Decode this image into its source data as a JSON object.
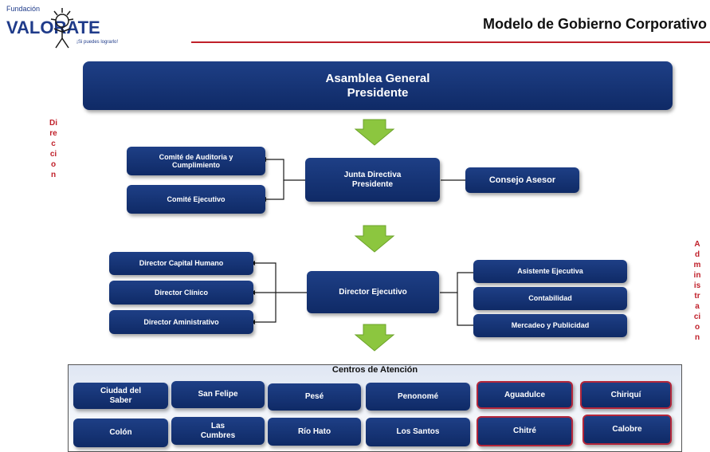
{
  "logo": {
    "small_text": "Fundación",
    "word": "VALORATE",
    "tagline": "¡Si puedes lograrlo!"
  },
  "title": "Modelo de Gobierno Corporativo",
  "side_left": "Direccion",
  "side_right": "Administracion",
  "asamblea": {
    "line1": "Asamblea General",
    "line2": "Presidente"
  },
  "junta": {
    "line1": "Junta  Directiva",
    "line2": "Presidente"
  },
  "comite_auditoria": {
    "line1": "Comité de Auditoria y",
    "line2": "Cumplimiento"
  },
  "comite_ejecutivo": "Comité Ejecutivo",
  "consejo_asesor": "Consejo Asesor",
  "director_ejecutivo": "Director Ejecutivo",
  "left_directors": [
    "Director Capital Humano",
    "Director Clínico",
    "Director Aministrativo"
  ],
  "right_staff": [
    "Asistente  Ejecutiva",
    "Contabilidad",
    "Mercadeo  y  Publicidad"
  ],
  "centros": {
    "title": "Centros de Atención",
    "blue": [
      {
        "line1": "Ciudad del",
        "line2": "Saber"
      },
      {
        "line1": "San Felipe",
        "line2": ""
      },
      {
        "line1": "Pesé",
        "line2": ""
      },
      {
        "line1": "Penonomé",
        "line2": ""
      },
      {
        "line1": "Colón",
        "line2": ""
      },
      {
        "line1": "Las",
        "line2": "Cumbres"
      },
      {
        "line1": "Río Hato",
        "line2": ""
      },
      {
        "line1": "Los Santos",
        "line2": ""
      }
    ],
    "red": [
      "Aguadulce",
      "Chiriquí",
      "Chitré",
      "Calobre"
    ]
  },
  "colors": {
    "box_fill": "#1e3f86",
    "accent_red": "#c0202a",
    "arrow_green": "#8cc63f"
  }
}
